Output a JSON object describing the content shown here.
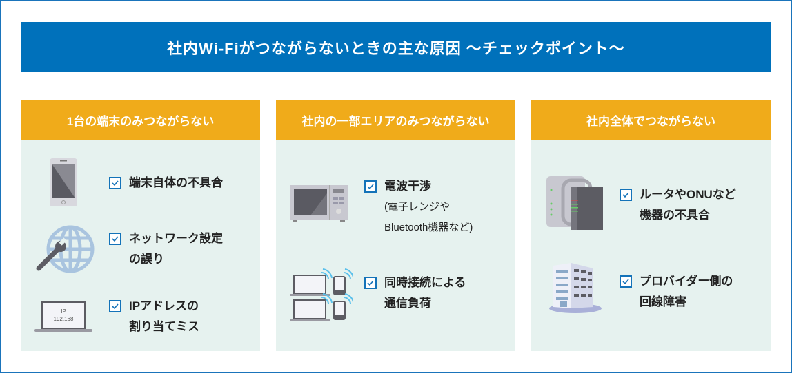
{
  "title": "社内Wi-Fiがつながらないときの主な原因 〜チェックポイント〜",
  "columns": [
    {
      "heading": "1台の端末のみつながらない",
      "items": [
        {
          "icon": "smartphone-icon",
          "lines": [
            "端末自体の不具合"
          ]
        },
        {
          "icon": "globe-wrench-icon",
          "lines": [
            "ネットワーク設定",
            "の誤り"
          ]
        },
        {
          "icon": "laptop-ip-icon",
          "lines": [
            "IPアドレスの",
            "割り当てミス"
          ],
          "screen": [
            "IP",
            "192.168"
          ]
        }
      ]
    },
    {
      "heading": "社内の一部エリアのみつながらない",
      "items": [
        {
          "icon": "microwave-icon",
          "lines": [
            "電波干渉",
            "(電子レンジや",
            "Bluetooth機器など)"
          ]
        },
        {
          "icon": "multiple-devices-wifi-icon",
          "lines": [
            "同時接続による",
            "通信負荷"
          ]
        }
      ]
    },
    {
      "heading": "社内全体でつながらない",
      "items": [
        {
          "icon": "router-onu-icon",
          "lines": [
            "ルータやONUなど",
            "機器の不具合"
          ]
        },
        {
          "icon": "office-building-icon",
          "lines": [
            "プロバイダー側の",
            "回線障害"
          ]
        }
      ]
    }
  ],
  "colors": {
    "title_bg": "#0071bb",
    "heading_bg": "#f0ab1a",
    "panel_bg": "#e6f2ef",
    "check": "#1473b9"
  }
}
